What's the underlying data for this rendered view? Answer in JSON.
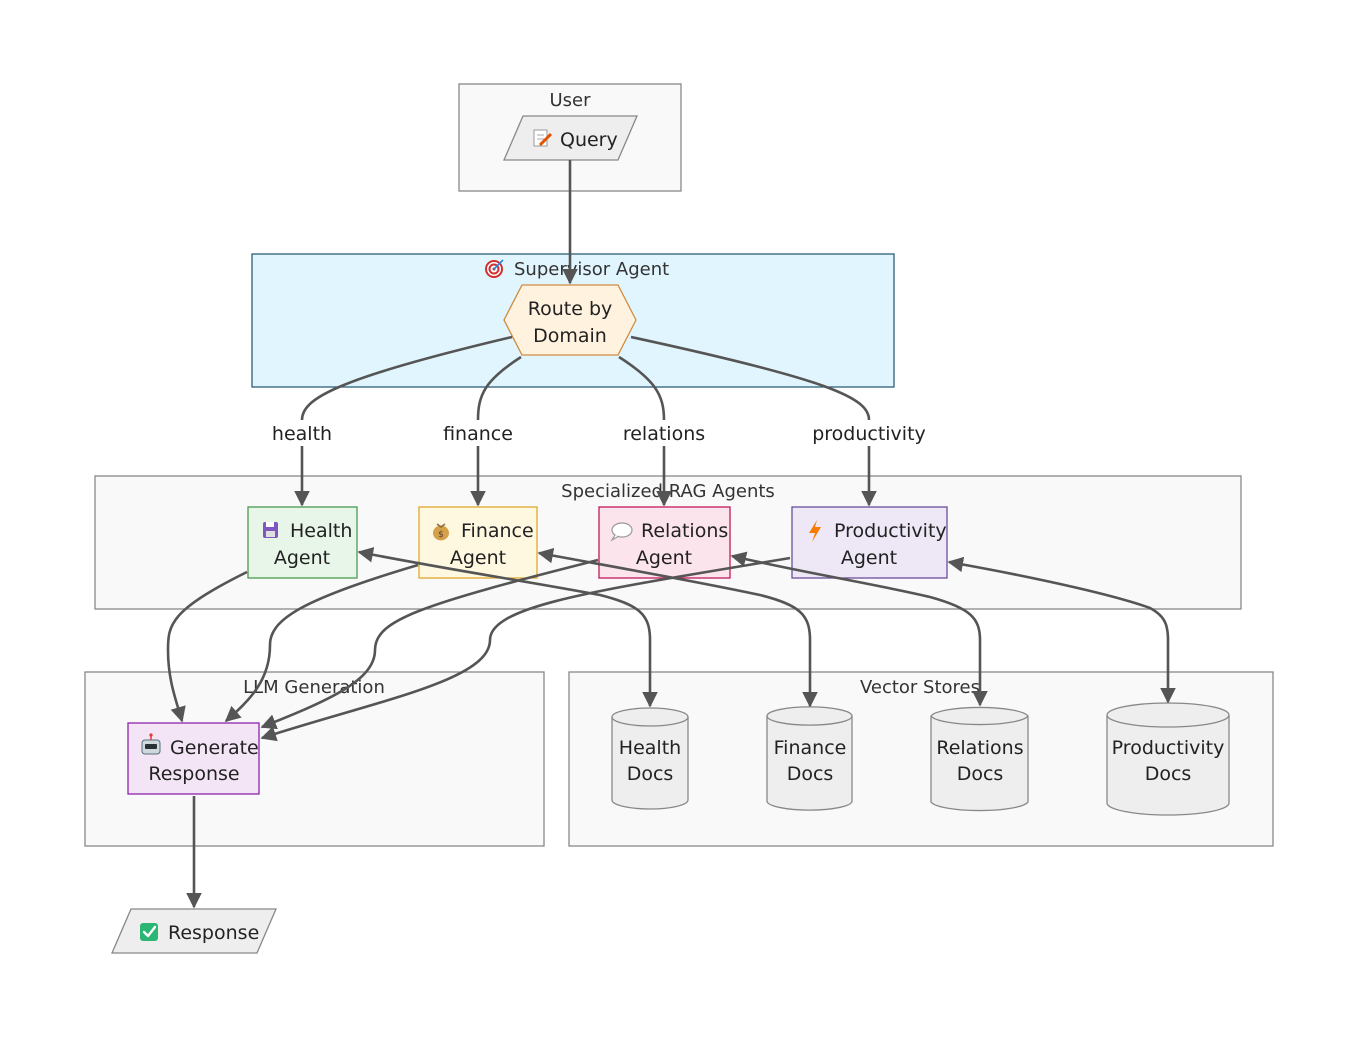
{
  "clusters": {
    "user": {
      "title": "User"
    },
    "supervisor": {
      "title": "Supervisor Agent",
      "icon": "target-icon"
    },
    "specialized": {
      "title": "Specialized RAG Agents"
    },
    "llm": {
      "title": "LLM Generation"
    },
    "vector": {
      "title": "Vector Stores"
    }
  },
  "nodes": {
    "query": {
      "label": "Query",
      "icon": "memo-icon"
    },
    "route": {
      "line1": "Route by",
      "line2": "Domain"
    },
    "health_agent": {
      "line1": "Health",
      "line2": "Agent",
      "icon": "floppy-disk-icon"
    },
    "finance_agent": {
      "line1": "Finance",
      "line2": "Agent",
      "icon": "money-bag-icon"
    },
    "relations_agent": {
      "line1": "Relations",
      "line2": "Agent",
      "icon": "speech-bubble-icon"
    },
    "productivity_agent": {
      "line1": "Productivity",
      "line2": "Agent",
      "icon": "lightning-icon"
    },
    "generate": {
      "line1": "Generate",
      "line2": "Response",
      "icon": "robot-icon"
    },
    "health_docs": {
      "line1": "Health",
      "line2": "Docs"
    },
    "finance_docs": {
      "line1": "Finance",
      "line2": "Docs"
    },
    "relations_docs": {
      "line1": "Relations",
      "line2": "Docs"
    },
    "productivity_docs": {
      "line1": "Productivity",
      "line2": "Docs"
    },
    "response": {
      "label": "Response",
      "icon": "check-mark-icon"
    }
  },
  "edge_labels": {
    "health": "health",
    "finance": "finance",
    "relations": "relations",
    "productivity": "productivity"
  },
  "colors": {
    "edge": "#555555",
    "cluster_border": "#888888",
    "cluster_fill": "#f9f9f9",
    "supervisor_fill": "#e1f5fe",
    "supervisor_border": "#2c5f77",
    "route_fill": "#fff3e0",
    "route_border": "#d08a3c",
    "health_fill": "#e8f5e9",
    "health_border": "#4c9a52",
    "finance_fill": "#fff8e1",
    "finance_border": "#e0a82e",
    "relations_fill": "#fce4ec",
    "relations_border": "#c2185b",
    "productivity_fill": "#ede7f6",
    "productivity_border": "#6a4e9c",
    "generate_fill": "#f3e5f5",
    "generate_border": "#8e24aa",
    "docs_fill": "#eeeeee",
    "docs_border": "#888888"
  }
}
